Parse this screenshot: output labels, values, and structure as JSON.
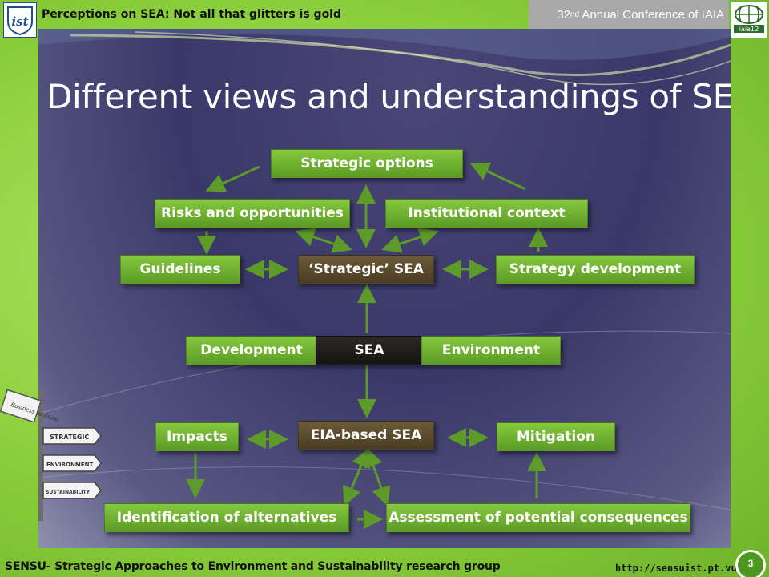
{
  "header": {
    "title": "Perceptions on SEA: Not all that glitters is gold",
    "conference_ordinal": "32",
    "conference_sup": "nd",
    "conference_rest": " Annual Conference of IAIA"
  },
  "slide": {
    "title": "Different views and understandings of SEA"
  },
  "diagram": {
    "strategic_options": "Strategic options",
    "risks": "Risks and opportunities",
    "institutional": "Institutional context",
    "guidelines": "Guidelines",
    "strategic_sea": "‘Strategic’ SEA",
    "strategy_dev": "Strategy development",
    "development": "Development",
    "sea": "SEA",
    "environment": "Environment",
    "impacts": "Impacts",
    "eia_sea": "EIA-based SEA",
    "mitigation": "Mitigation",
    "alternatives": "Identification of alternatives",
    "assessment": "Assessment of potential consequences"
  },
  "signpost": {
    "business": "Business as usual",
    "strategic": "STRATEGIC",
    "environment": "ENVIRONMENT",
    "sustainability": "SUSTAINABILITY"
  },
  "footer": {
    "left": "SENSU- Strategic Approaches to Environment and Sustainability research group",
    "url": "http://sensuist.pt.vu",
    "page": "3"
  },
  "logos": {
    "left_text": "ist",
    "right_text": "iaia12"
  },
  "colors": {
    "background_green": "#8ccf3c",
    "box_green": "#6fae2e",
    "box_brown": "#5a4a2c",
    "arrow_green": "#5e9a2a"
  }
}
